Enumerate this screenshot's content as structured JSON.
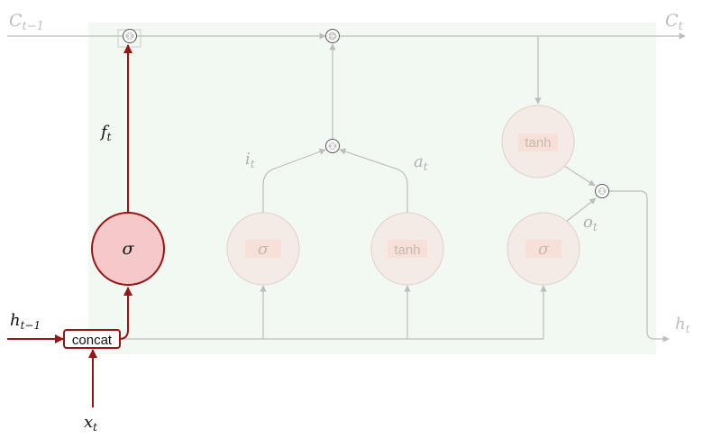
{
  "labels": {
    "c_prev": {
      "base": "C",
      "sub": "t−1"
    },
    "c_next": {
      "base": "C",
      "sub": "t"
    },
    "h_prev": {
      "base": "h",
      "sub": "t−1"
    },
    "h_next": {
      "base": "h",
      "sub": "t"
    },
    "x_in": {
      "base": "x",
      "sub": "t"
    },
    "f_t": {
      "base": "f",
      "sub": "t"
    },
    "i_t": {
      "base": "i",
      "sub": "t"
    },
    "a_t": {
      "base": "a",
      "sub": "t"
    },
    "o_t": {
      "base": "o",
      "sub": "t"
    }
  },
  "gates": {
    "forget": "σ",
    "input": "σ",
    "candidate": "tanh",
    "output": "σ",
    "cell_tanh": "tanh"
  },
  "concat_label": "concat",
  "colors": {
    "highlight": "#9b1414",
    "highlight_fill": "#f5c9c9",
    "faded_line": "#bdbdbd",
    "faded_text": "#b0b0b0",
    "faded_fill": "#f4ebe6",
    "panel": "#f2f8f2"
  }
}
